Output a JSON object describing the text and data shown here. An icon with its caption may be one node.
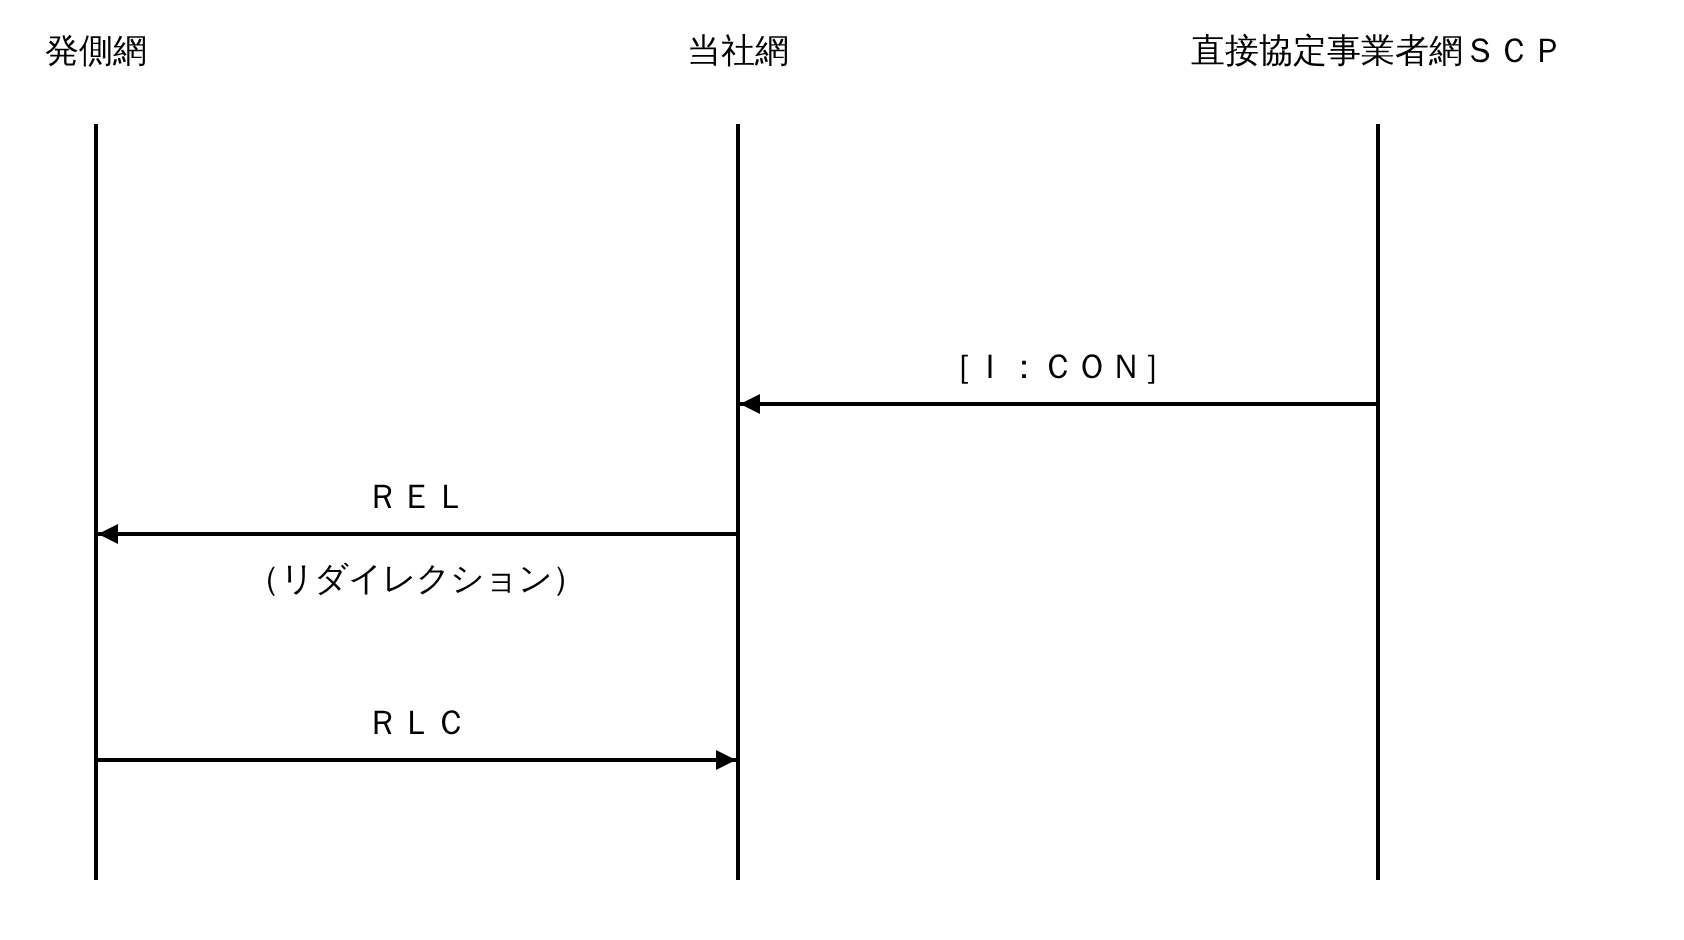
{
  "diagram": {
    "nodes": [
      {
        "text": [
          "発側網"
        ]
      },
      {
        "text": [
          "当社網"
        ]
      },
      {
        "text": [
          "直接協定事業者網ＳＣＰ"
        ]
      }
    ],
    "edges": [
      {
        "from": 2,
        "to": 1,
        "arrow": "to",
        "label": "［Ｉ：ＣＯＮ］"
      },
      {
        "from": 1,
        "to": 0,
        "arrow": "to",
        "label": "ＲＥＬ"
      },
      {
        "from": 0,
        "to": 1,
        "arrow": "to",
        "label": "ＲＬＣ"
      }
    ],
    "labels": [
      "（リダイレクション）"
    ]
  }
}
